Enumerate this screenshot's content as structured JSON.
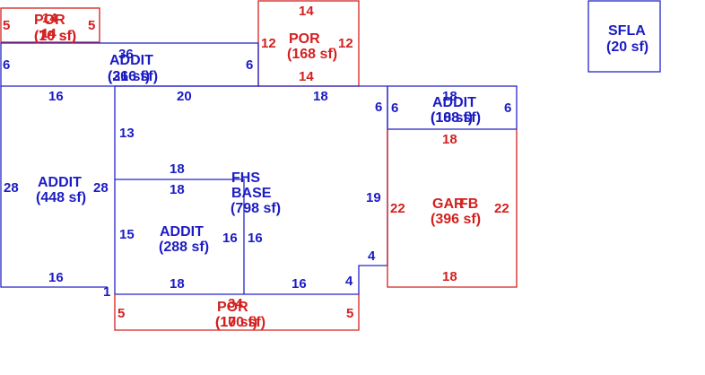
{
  "sketch": {
    "por_top_left": {
      "name": "POR",
      "area": "(70 sf)",
      "overlap_name": "14",
      "overlap_area": "(10 sf)",
      "dims": [
        "5",
        "5",
        "14"
      ]
    },
    "addit_top": {
      "name": "ADDIT",
      "area": "(216 sf)",
      "overlap_area": "(36 sf)",
      "dims": [
        "36",
        "6",
        "6"
      ]
    },
    "por_top_center": {
      "name": "POR",
      "area": "(168 sf)",
      "dims": [
        "14",
        "12",
        "12",
        "14"
      ]
    },
    "sfla": {
      "name": "SFLA",
      "area": "(20 sf)"
    },
    "addit_left": {
      "name": "ADDIT",
      "area": "(448 sf)",
      "dims": [
        "16",
        "28",
        "28",
        "16",
        "1"
      ]
    },
    "fhs_base": {
      "name": "FHS",
      "name2": "BASE",
      "area": "(798 sf)",
      "dims": [
        "20",
        "18",
        "13",
        "19",
        "6",
        "16",
        "4",
        "4",
        "16"
      ]
    },
    "addit_mid": {
      "name": "ADDIT",
      "area": "(288 sf)",
      "dims": [
        "18",
        "18",
        "15",
        "16",
        "18"
      ]
    },
    "addit_right": {
      "name": "ADDIT",
      "area": "(108 sf)",
      "overlap_name": "18",
      "overlap_area": "(18 sf)",
      "dims": [
        "6",
        "6"
      ]
    },
    "gar_fb": {
      "name": "GAR",
      "name_over": "FB",
      "area": "(396 sf)",
      "dims": [
        "18",
        "22",
        "22",
        "18"
      ]
    },
    "por_bottom": {
      "name": "POR",
      "area": "(170 sf)",
      "overlap_name": "34",
      "overlap_area": "(10 sf)",
      "dims": [
        "5",
        "5"
      ]
    }
  },
  "colors": {
    "living": "#1c1cc4",
    "porch": "#d42020"
  }
}
